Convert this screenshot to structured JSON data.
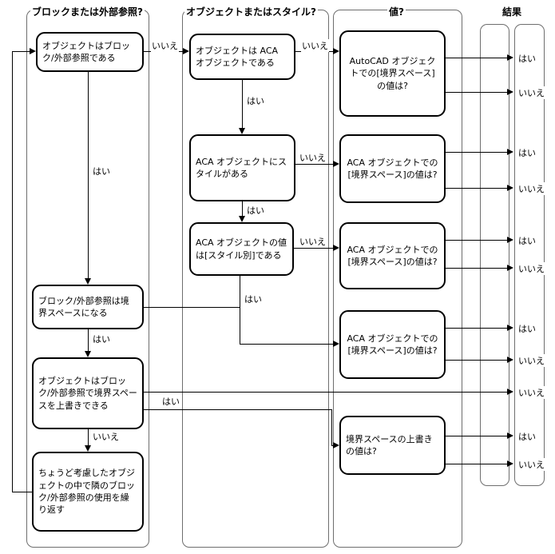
{
  "headers": {
    "col1": "ブロックまたは外部参照?",
    "col2": "オブジェクトまたはスタイル?",
    "col3": "値?",
    "result": "結果"
  },
  "nodes": {
    "objIsBlock": "オブジェクトはブロック/外部参照である",
    "blockBounds": "ブロック/外部参照は境界スペースになる",
    "objCanOverride": "オブジェクトはブロック/外部参照で境界スペースを上書きできる",
    "repeatNext": "ちょうど考慮したオブジェクトの中で隣のブロック/外部参照の使用を繰り返す",
    "objIsAca": "オブジェクトは ACA オブジェクトである",
    "acaHasStyle": "ACA オブジェクトにスタイルがある",
    "acaByStyle": "ACA オブジェクトの値は[スタイル別]である",
    "valAutocad": "AutoCAD オブジェクトでの[境界スペース]の値は?",
    "valAca1": "ACA オブジェクトでの[境界スペース]の値は?",
    "valAca2": "ACA オブジェクトでの[境界スペース]の値は?",
    "valAca3": "ACA オブジェクトでの[境界スペース]の値は?",
    "valOverride": "境界スペースの上書きの値は?"
  },
  "labels": {
    "yes": "はい",
    "no": "いいえ"
  },
  "colors": {
    "line": "#000000",
    "container_border": "#6e6e6e",
    "background": "#ffffff"
  }
}
